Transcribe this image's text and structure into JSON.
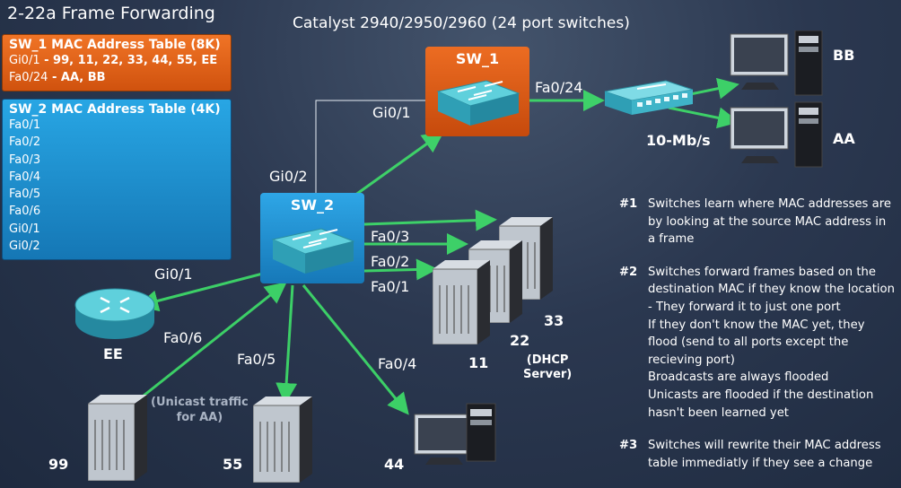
{
  "title": "2-22a  Frame Forwarding",
  "subtitle": "Catalyst 2940/2950/2960 (24 port switches)",
  "sw1_table": {
    "header": "SW_1 MAC Address Table (8K)",
    "rows": [
      {
        "port": "Gi0/1",
        "macs": " - 99, 11, 22, 33, 44, 55, EE"
      },
      {
        "port": "Fa0/24",
        "macs": "  - AA, BB"
      }
    ]
  },
  "sw2_table": {
    "header": "SW_2 MAC Address Table (4K)",
    "rows": [
      "Fa0/1",
      "Fa0/2",
      "Fa0/3",
      "Fa0/4",
      "Fa0/5",
      "Fa0/6",
      "Gi0/1",
      "Gi0/2"
    ]
  },
  "switches": {
    "sw1": "SW_1",
    "sw2": "SW_2"
  },
  "ports": {
    "sw1_gi01": "Gi0/1",
    "sw1_fa024": "Fa0/24",
    "sw2_gi02": "Gi0/2",
    "sw2_gi01": "Gi0/1",
    "sw2_fa03": "Fa0/3",
    "sw2_fa02": "Fa0/2",
    "sw2_fa01": "Fa0/1",
    "sw2_fa06": "Fa0/6",
    "sw2_fa05": "Fa0/5",
    "sw2_fa04": "Fa0/4"
  },
  "hub_speed": "10-Mb/s",
  "hosts": {
    "bb": "BB",
    "aa": "AA",
    "ee": "EE",
    "h11": "11",
    "h22": "22",
    "h33": "33",
    "h44": "44",
    "h55": "55",
    "h99": "99"
  },
  "dhcp_label": [
    "(DHCP",
    "Server)"
  ],
  "unicast_label": [
    "(Unicast traffic",
    "for AA)"
  ],
  "notes": [
    {
      "num": "#1",
      "lines": [
        "Switches learn where MAC addresses are",
        "by looking at the source MAC address in",
        "a frame"
      ]
    },
    {
      "num": "#2",
      "lines": [
        "Switches forward frames based on the",
        "destination MAC if they know the location",
        "- They forward it to just one port",
        "If they don't know the MAC yet, they",
        "flood (send to all ports except the",
        "recieving port)",
        "Broadcasts are always flooded",
        "Unicasts are flooded if the destination",
        "hasn't been learned yet"
      ]
    },
    {
      "num": "#3",
      "lines": [
        "Switches will rewrite their MAC address",
        "table immediatly if they see a change"
      ]
    }
  ],
  "colors": {
    "arrow": "#3fe06a",
    "sw1": "#e8641c",
    "sw2": "#2296d8",
    "switch_body": "#3fb4c8"
  }
}
